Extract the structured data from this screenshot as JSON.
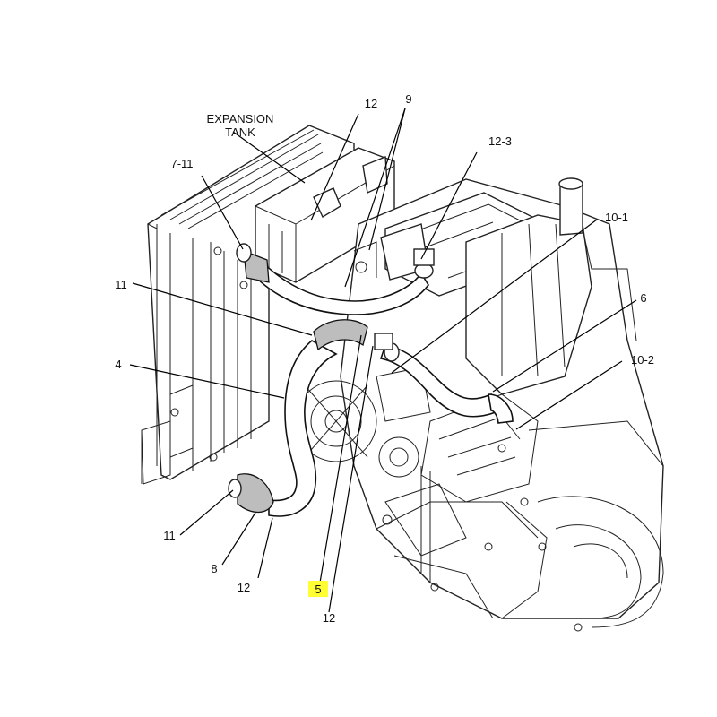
{
  "diagram": {
    "callouts": {
      "expansion_tank_line1": "EXPANSION",
      "expansion_tank_line2": "TANK",
      "c12_top": "12",
      "c9": "9",
      "c12_3": "12-3",
      "c7_11": "7-11",
      "c10_1": "10-1",
      "c11_left": "11",
      "c6": "6",
      "c4": "4",
      "c10_2": "10-2",
      "c11_bottom": "11",
      "c8": "8",
      "c12_bottom_left": "12",
      "c5": "5",
      "c12_bottom": "12"
    },
    "highlight_color": "#ffff33"
  }
}
